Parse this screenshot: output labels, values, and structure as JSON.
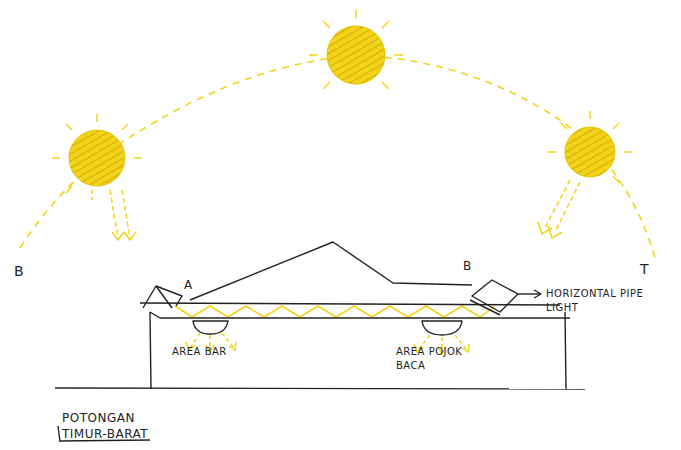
{
  "diagram": {
    "title": "POTONGAN TIMUR-BARAT",
    "labels": [
      "B",
      "T",
      "A",
      "B",
      "HORIZONTAL PIPE LIGHT",
      "AREA BAR",
      "AREA POJOK BACA"
    ]
  }
}
